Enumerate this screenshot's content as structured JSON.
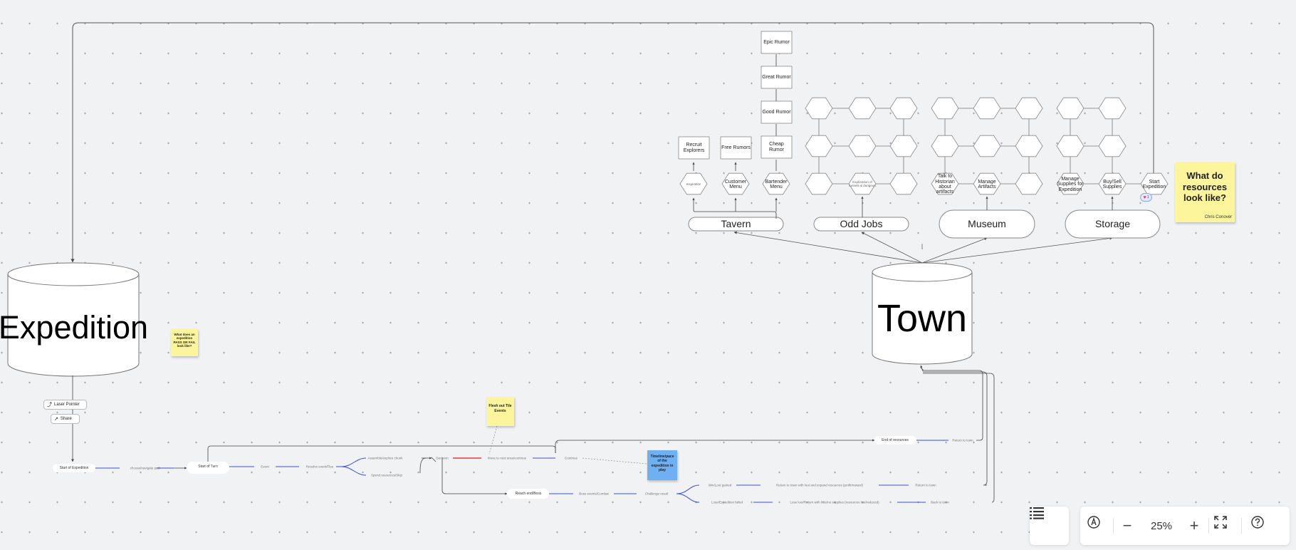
{
  "diagram": {
    "cylinders": {
      "expedition": "Expedition",
      "town": "Town"
    },
    "categories": {
      "tavern": "Tavern",
      "odd_jobs": "Odd Jobs",
      "museum": "Museum",
      "storage": "Storage"
    },
    "tavern_hexes": [
      "Inspiration",
      "Customer Menu",
      "Bartender Menu"
    ],
    "tavern_boxes": [
      "Recruit Explorers",
      "Free Rumors",
      "Cheap Rumor",
      "Good Rumor",
      "Great Rumor",
      "Epic Rumor"
    ],
    "odd_jobs_hex": "Exploration of tunnels & dungeon",
    "museum_hexes": [
      "Talk to Historian about artifacts",
      "Manage Artifacts"
    ],
    "storage_hexes": [
      "Manage Supplies for Expedition",
      "Buy/Sell Supplies",
      "Start Expedition"
    ],
    "flow": {
      "start_expedition": "Start of Expedition",
      "choose_path": "choose/navigate path",
      "start_of_turn": "Start of Turn",
      "event": "Event",
      "resolve_event": "Resolve event/Flee",
      "branch_a": "Assemble/explore chunk",
      "branch_b": "Spend resources/Skip",
      "decision": "Decision",
      "move_forward": "Move to next area/continue",
      "continue": "Continue",
      "end_of_resources": "End of resources",
      "return": "Return to town",
      "reach_end": "Reach end/Boss",
      "boss_events": "Boss events/Combat",
      "challenge_result": "Challenge result",
      "win": "Win/Loot gained",
      "win_detail": "Return to town with loot and expand resources (profit/reward)",
      "win_return": "Return to town",
      "lose": "Lose/Expedition failed",
      "lose_detail": "Lose loot/Return with little/no supplies (resources lost/reduced)",
      "lose_return": "Back to town"
    },
    "stickies": {
      "resources_title": "What do resources look like?",
      "resources_author": "Chris Conover",
      "small_yellow": "What does an expedition PASS OR FAIL look like?",
      "flesh_out": "Flesh out Tile Events",
      "blue_note": "Timeline/pace of the expedition in play"
    },
    "reaction_count": "1"
  },
  "tools": {
    "laser_pointer": "Laser Pointer",
    "share": "Share"
  },
  "toolbar": {
    "zoom_level": "25%"
  },
  "icons": {
    "outline": "list-icon",
    "draw": "pen-circle-icon",
    "zoom_out": "minus-icon",
    "zoom_in": "plus-icon",
    "fit": "fit-screen-icon",
    "help": "help-icon"
  },
  "colors": {
    "canvas_bg": "#f1f2f4",
    "connector_blue": "#3f4ed6",
    "connector_red": "#e23a3a",
    "sticky_yellow": "#fdf59b",
    "sticky_blue": "#6fb0f3",
    "reaction_red": "#e8384f"
  }
}
